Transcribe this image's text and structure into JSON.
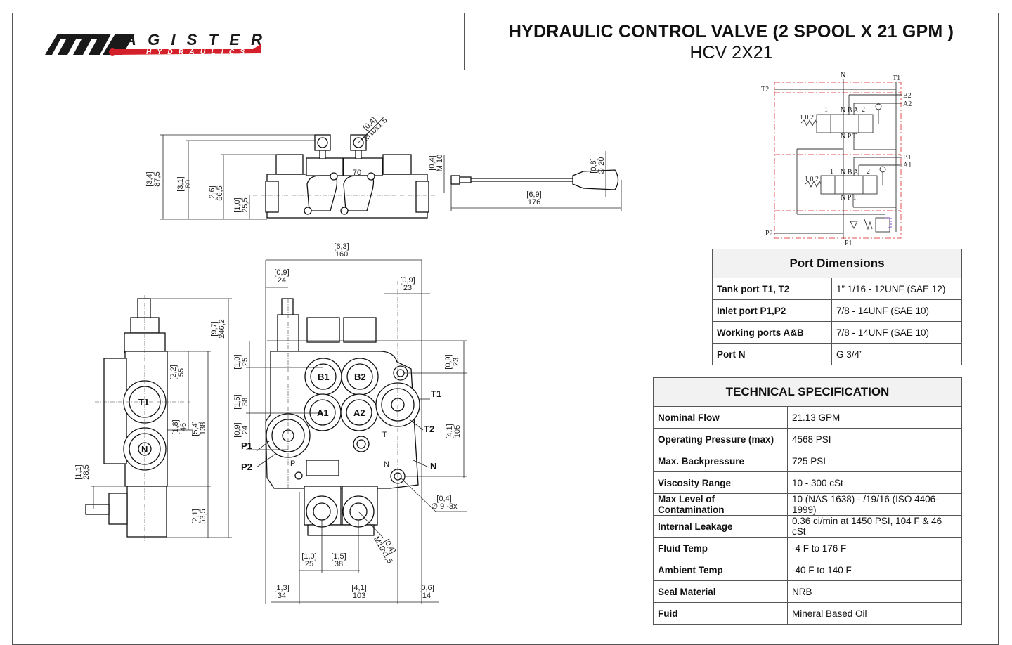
{
  "header": {
    "title": "HYDRAULIC CONTROL VALVE (2 SPOOL X 21 GPM )",
    "model": "HCV 2X21"
  },
  "logo": {
    "brand": "MAGISTER",
    "sub": "HYDRAULICS",
    "colors": {
      "black": "#1a1a1a",
      "red": "#d4202a"
    }
  },
  "port_dimensions": {
    "title": "Port Dimensions",
    "rows": [
      {
        "label": "Tank port T1, T2",
        "value": "1” 1/16 - 12UNF (SAE 12)"
      },
      {
        "label": "Inlet port P1,P2",
        "value": "7/8 - 14UNF (SAE 10)"
      },
      {
        "label": "Working ports A&B",
        "value": "7/8 - 14UNF (SAE 10)"
      },
      {
        "label": "Port N",
        "value": "G 3/4”"
      }
    ]
  },
  "technical_specification": {
    "title": "TECHNICAL SPECIFICATION",
    "rows": [
      {
        "label": "Nominal Flow",
        "value": "21.13 GPM"
      },
      {
        "label": "Operating Pressure (max)",
        "value": "4568 PSI"
      },
      {
        "label": "Max. Backpressure",
        "value": "725 PSI"
      },
      {
        "label": "Viscosity Range",
        "value": "10 - 300 cSt"
      },
      {
        "label": "Max Level of Contamination",
        "value": "10 (NAS 1638) - /19/16 (ISO 4406-1999)"
      },
      {
        "label": "Internal Leakage",
        "value": "0.36 ci/min at 1450 PSI, 104 F & 46 cSt"
      },
      {
        "label": "Fluid Temp",
        "value": "-4 F to 176 F"
      },
      {
        "label": "Ambient Temp",
        "value": "-40 F to 140 F"
      },
      {
        "label": "Seal Material",
        "value": "NRB"
      },
      {
        "label": "Fuid",
        "value": "Mineral Based Oil"
      }
    ]
  },
  "drawing": {
    "dims": [
      {
        "imp": "[3,4]",
        "met": "87,5"
      },
      {
        "imp": "[3,1]",
        "met": "80"
      },
      {
        "imp": "[2,6]",
        "met": "66,5"
      },
      {
        "imp": "[1,0]",
        "met": "25,5"
      },
      {
        "imp": "[0,4]",
        "met": "M10x1,5"
      },
      {
        "imp": "",
        "met": "70"
      },
      {
        "imp": "[0,4]",
        "met": "M 10"
      },
      {
        "imp": "[0,8]",
        "met": "∅ 20"
      },
      {
        "imp": "[6,9]",
        "met": "176"
      },
      {
        "imp": "[6,3]",
        "met": "160"
      },
      {
        "imp": "[0,9]",
        "met": "24"
      },
      {
        "imp": "[0,9]",
        "met": "23"
      },
      {
        "imp": "[1,0]",
        "met": "25"
      },
      {
        "imp": "[1,5]",
        "met": "38"
      },
      {
        "imp": "[0,9]",
        "met": "24"
      },
      {
        "imp": "[0,9]",
        "met": "23"
      },
      {
        "imp": "[4,1]",
        "met": "105"
      },
      {
        "imp": "[0,4]",
        "met": "∅ 9 -3x"
      },
      {
        "imp": "[0,4]",
        "met": "M10x1,5"
      },
      {
        "imp": "[1,0]",
        "met": "25"
      },
      {
        "imp": "[1,5]",
        "met": "38"
      },
      {
        "imp": "[1,3]",
        "met": "34"
      },
      {
        "imp": "[4,1]",
        "met": "103"
      },
      {
        "imp": "[0,6]",
        "met": "14"
      },
      {
        "imp": "[9,7]",
        "met": "246,2"
      },
      {
        "imp": "[2,2]",
        "met": "55"
      },
      {
        "imp": "[1,8]",
        "met": "46"
      },
      {
        "imp": "[5,4]",
        "met": "138"
      },
      {
        "imp": "[1,1]",
        "met": "28,5"
      },
      {
        "imp": "[2,1]",
        "met": "53,5"
      }
    ],
    "front_ports": {
      "b1": "B1",
      "b2": "B2",
      "a1": "A1",
      "a2": "A2",
      "t1": "T1",
      "t2": "T2",
      "p1": "P1",
      "p2": "P2",
      "n": "N",
      "t_mark": "T",
      "p_mark": "P",
      "n_mark": "N"
    },
    "side_ports": {
      "t1": "T1",
      "n": "N"
    }
  },
  "schematic": {
    "ports": {
      "n": "N",
      "t1": "T1",
      "t2": "T2",
      "b2": "B2",
      "a2": "A2",
      "b1": "B1",
      "a1": "A1",
      "p2": "P2",
      "p1": "P1"
    },
    "positions": "1 0 2",
    "pos1": "1",
    "pos2": "2",
    "top_ports": "N B A",
    "bottom_ports": "N P T"
  }
}
